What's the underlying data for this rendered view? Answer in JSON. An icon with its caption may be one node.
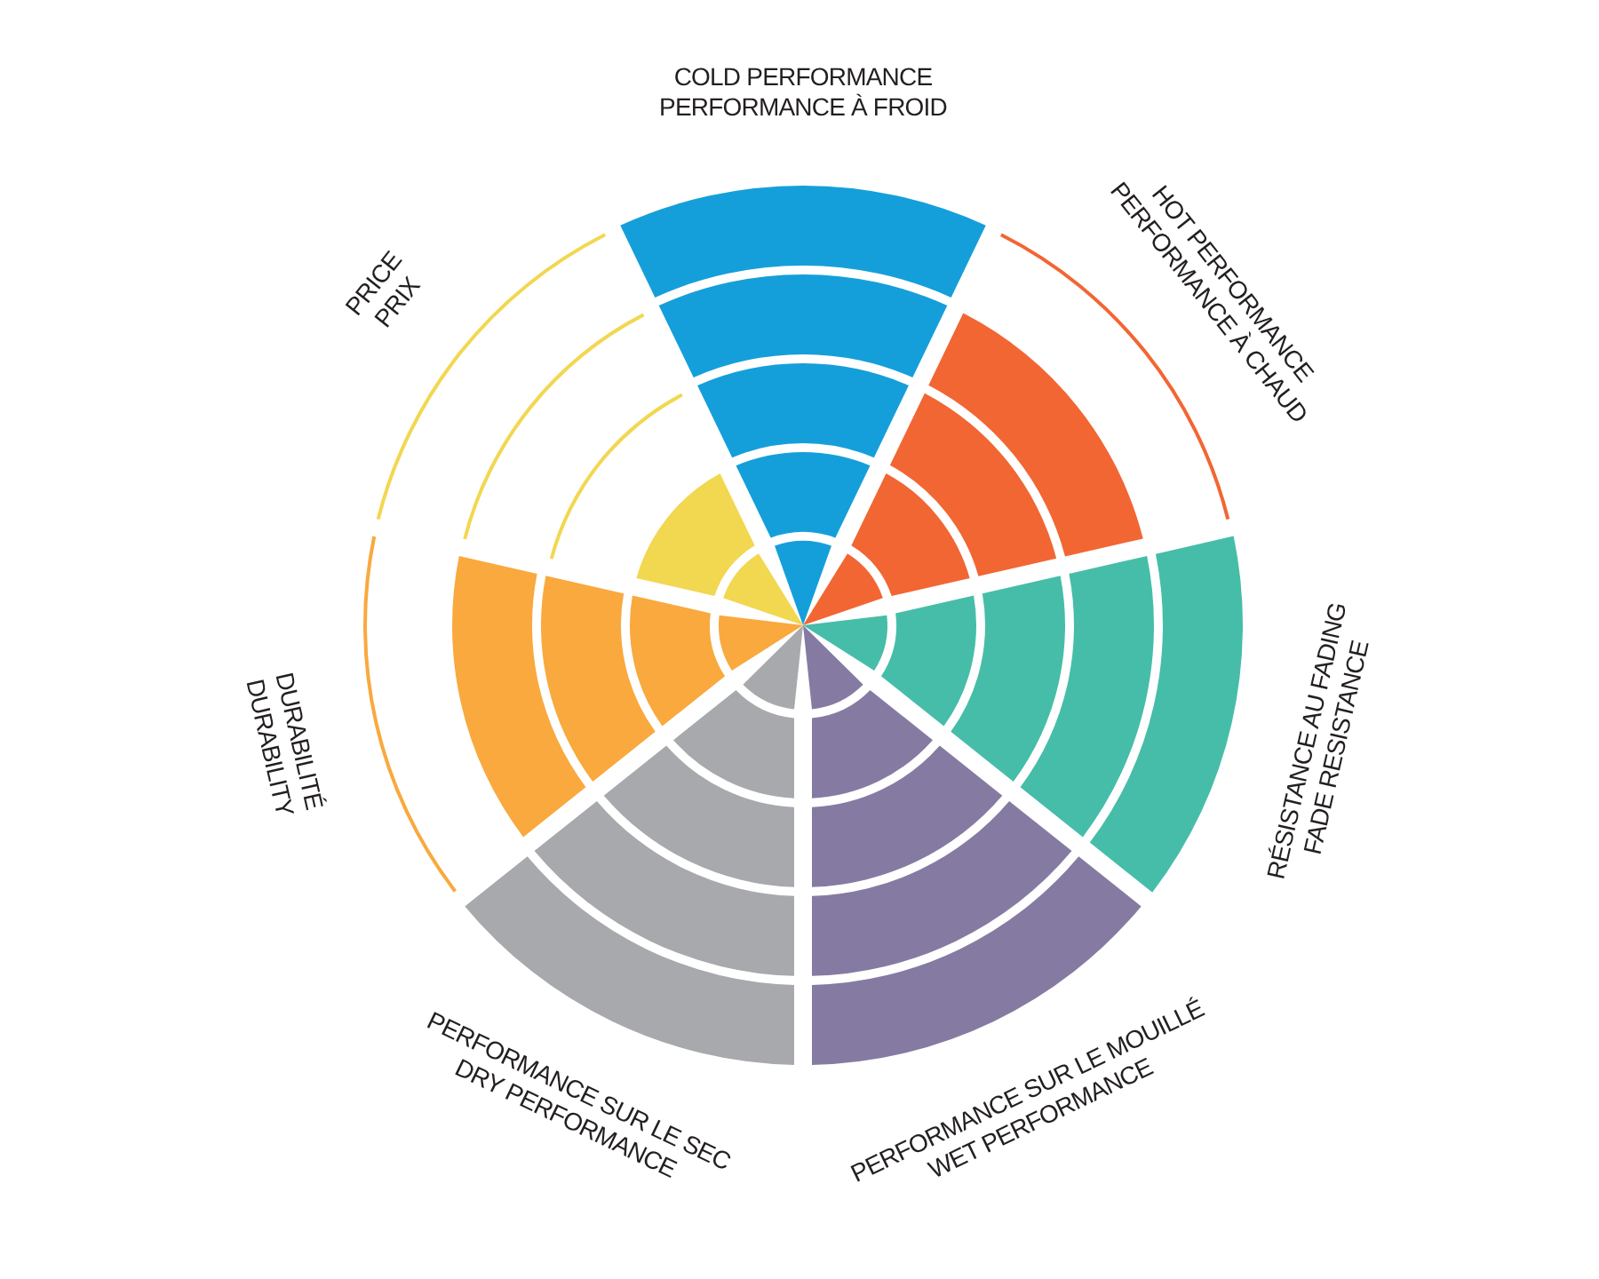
{
  "diagram": {
    "labels": [
      "COLD PERFORMANCE",
      "PERFORMANCE À FROID",
      "HOT PERFORMANCE",
      "PERFORMANCE À CHAUD",
      "RÉSISTANCE AU FADING",
      "FADE RESISTANCE",
      "PERFORMANCE SUR LE MOUILLÉ",
      "WET PERFORMANCE",
      "PERFORMANCE SUR LE SEC",
      "DRY PERFORMANCE",
      "DURABILITÉ",
      "DURABILITY",
      "PRICE",
      "PRIX"
    ]
  }
}
